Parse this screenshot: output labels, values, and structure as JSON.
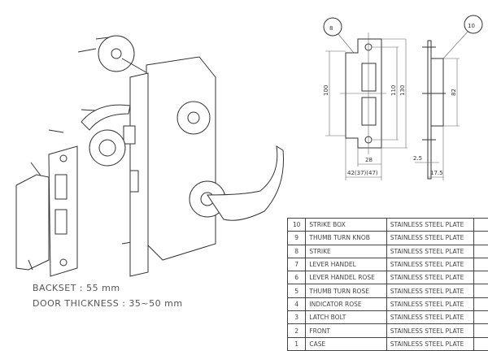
{
  "notes": {
    "backset": "BACKSET : 55 mm",
    "door_thickness": "DOOR THICKNESS : 35~50 mm"
  },
  "callouts": {
    "strike": "8",
    "strike_box": "10"
  },
  "dimensions": {
    "strike_height_100": "100",
    "strike_110": "110",
    "strike_130": "130",
    "strike_width_28": "28",
    "strike_width_42": "42(37)(47)",
    "box_height_82": "82",
    "box_2_5": "2.5",
    "box_17_5": "17.5"
  },
  "parts_table": {
    "rows": [
      {
        "no": "10",
        "part": "STRIKE BOX",
        "material": "STAINLESS STEEL PLATE"
      },
      {
        "no": "9",
        "part": "THUMB TURN KNOB",
        "material": "STAINLESS STEEL PLATE"
      },
      {
        "no": "8",
        "part": "STRIKE",
        "material": "STAINLESS STEEL PLATE"
      },
      {
        "no": "7",
        "part": "LEVER HANDEL",
        "material": "STAINLESS STEEL PLATE"
      },
      {
        "no": "6",
        "part": "LEVER HANDEL ROSE",
        "material": "STAINLESS STEEL PLATE"
      },
      {
        "no": "5",
        "part": "THUMB TURN ROSE",
        "material": "STAINLESS STEEL PLATE"
      },
      {
        "no": "4",
        "part": "INDICATOR ROSE",
        "material": "STAINLESS STEEL PLATE"
      },
      {
        "no": "3",
        "part": "LATCH BOLT",
        "material": "STAINLESS STEEL PLATE"
      },
      {
        "no": "2",
        "part": "FRONT",
        "material": "STAINLESS STEEL PLATE"
      },
      {
        "no": "1",
        "part": "CASE",
        "material": "STAINLESS STEEL PLATE"
      }
    ]
  }
}
